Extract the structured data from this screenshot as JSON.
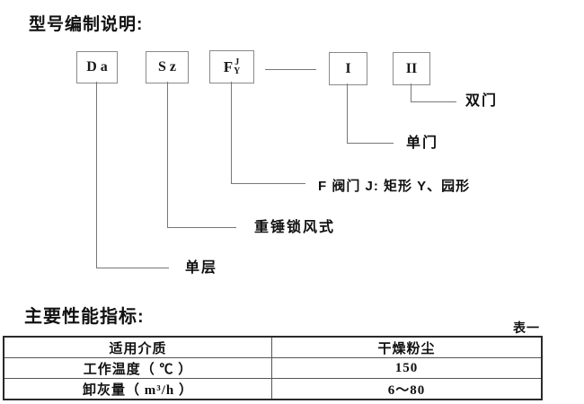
{
  "page": {
    "title": "型号编制说明:",
    "perf_title": "主要性能指标:"
  },
  "diagram": {
    "box_da": {
      "label": "Da"
    },
    "box_sz": {
      "label": "Sz"
    },
    "box_f": {
      "main": "F",
      "upper": "J",
      "lower": "Y"
    },
    "box_i": {
      "label": "I"
    },
    "box_ii": {
      "label": "II"
    },
    "labels": {
      "double_door": "双门",
      "single_door": "单门",
      "valve_note": "F 阀门 J: 矩形  Y、园形",
      "hammer_lock": "重锤锁风式",
      "single_layer": "单层"
    }
  },
  "table": {
    "caption": "表一",
    "rows": [
      {
        "name": "适用介质",
        "value": "干燥粉尘"
      },
      {
        "name": "工作温度（ ℃ ）",
        "value": "150"
      },
      {
        "name": "卸灰量（ m³/h ）",
        "value": "6～80"
      }
    ]
  }
}
